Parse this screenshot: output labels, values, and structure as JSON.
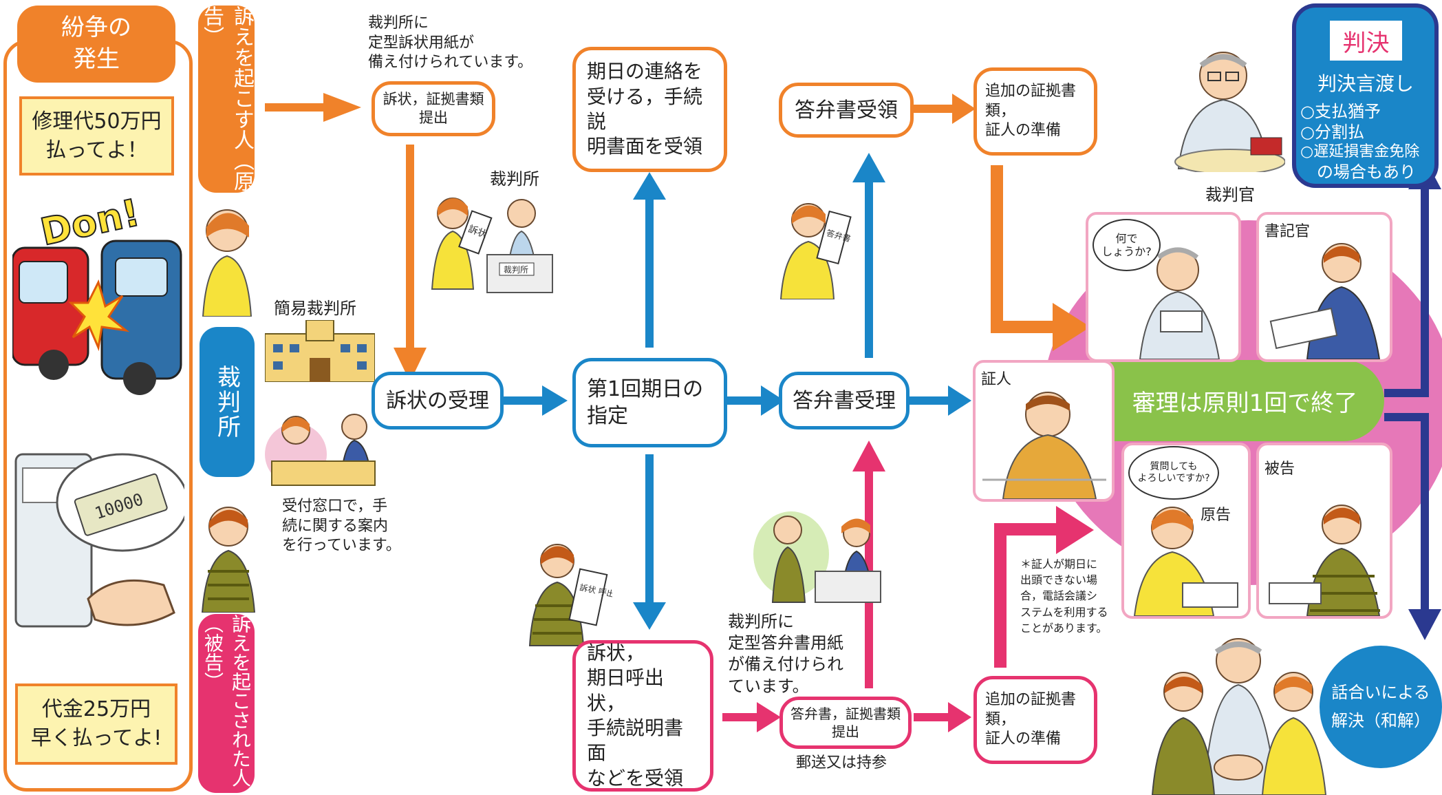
{
  "left_panel": {
    "title": "紛争の\n発生",
    "quote_top": "修理代50万円\n払ってよ！",
    "crash_text": "Don!",
    "bill_text": "10000",
    "quote_bottom": "代金25万円\n早く払ってよ!"
  },
  "side_labels": {
    "plaintiff": "訴えを起こす人（原告）",
    "court": "裁判所",
    "defendant": "訴えを起こされた人（被告）"
  },
  "notes": {
    "forms_available": "裁判所に\n定型訴状用紙が\n備え付けられています。",
    "court_label": "裁判所",
    "summary_court": "簡易裁判所",
    "reception": "受付窓口で，手\n続に関する案内\nを行っています。",
    "answer_forms": "裁判所に\n定型答弁書用紙\nが備え付けられ\nています。",
    "mail_or_bring": "郵送又は持参",
    "judge_label": "裁判官",
    "clerk_label": "書記官",
    "witness_label": "証人",
    "defendant_label": "被告",
    "plaintiff_label": "原告",
    "phone_note": "＊証人が期日に\n出頭できない場\n合，電話会議シ\nステムを利用する\nことがあります。",
    "bubble_judge": "何で\nしょうか?",
    "bubble_plaintiff": "質問しても\nよろしいですか?",
    "sign_complaint": "訴状",
    "sign_answer": "答弁書",
    "sign_court": "裁判所",
    "sign_summons": "訴状\n呼出状"
  },
  "steps": {
    "file_complaint": "訴状，証拠書類提出",
    "receive_complaint": "訴状の受理",
    "date_notice": "期日の連絡を\n受ける，手続説\n明書面を受領",
    "first_date": "第1回期日の\n指定",
    "receive_summons": "訴状，\n期日呼出状，\n手続説明書面\nなどを受領",
    "answer_received_top": "答弁書受領",
    "answer_accepted": "答弁書受理",
    "submit_answer": "答弁書，証拠書類提出",
    "extra_evidence_top": "追加の証拠書類，\n証人の準備",
    "extra_evidence_bottom": "追加の証拠書類，\n証人の準備"
  },
  "hearing": {
    "text": "審理は原則1回で終了"
  },
  "judgment": {
    "badge": "判決",
    "line1": "判決言渡し",
    "items": [
      "○支払猶予",
      "○分割払",
      "○遅延損害金免除",
      "　の場合もあり"
    ]
  },
  "settlement": {
    "text": "話合いによる\n解決（和解）"
  },
  "colors": {
    "orange": "#f0822a",
    "blue": "#1a86c8",
    "pink": "#e6336f",
    "green": "#8ac24a",
    "magenta_bg": "#e678b8",
    "navy": "#2b3990",
    "cream": "#fdf3b0"
  }
}
